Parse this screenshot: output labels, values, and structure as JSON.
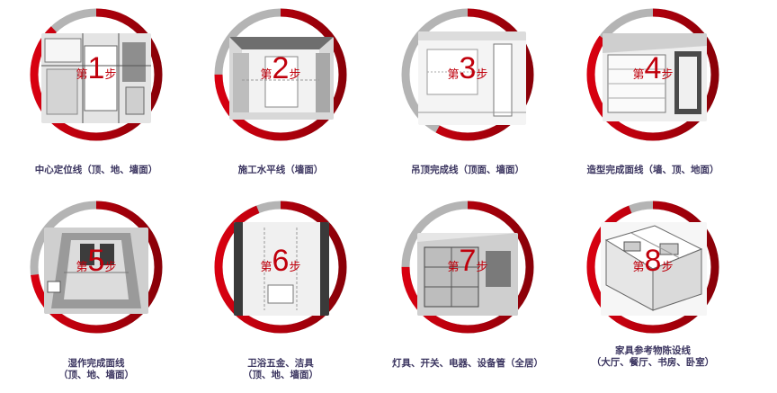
{
  "steps": [
    {
      "pre": "第",
      "num": "1",
      "post": "步",
      "caption1": "中心定位线（顶、地、墙面）",
      "caption2": "",
      "progress": 0.88
    },
    {
      "pre": "第",
      "num": "2",
      "post": "步",
      "caption1": "施工水平线（墙面）",
      "caption2": "",
      "progress": 0.75
    },
    {
      "pre": "第",
      "num": "3",
      "post": "步",
      "caption1": "吊顶完成线（顶面、墙面）",
      "caption2": "",
      "progress": 0.58
    },
    {
      "pre": "第",
      "num": "4",
      "post": "步",
      "caption1": "造型完成面线（墙、顶、地面）",
      "caption2": "",
      "progress": 0.85
    },
    {
      "pre": "第",
      "num": "5",
      "post": "步",
      "caption1": "湿作完成面线",
      "caption2": "（顶、地、墙面）",
      "progress": 0.73
    },
    {
      "pre": "第",
      "num": "6",
      "post": "步",
      "caption1": "卫浴五金、洁具",
      "caption2": "（顶、地、墙面）",
      "progress": 0.94
    },
    {
      "pre": "第",
      "num": "7",
      "post": "步",
      "caption1": "灯具、开关、电器、设备管（全居）",
      "caption2": "",
      "progress": 0.75
    },
    {
      "pre": "第",
      "num": "8",
      "post": "步",
      "caption1": "家具参考物陈设线",
      "caption2": "（大厅、餐厅、书房、卧室）",
      "progress": 0.94
    }
  ],
  "colors": {
    "ring_red": "#d80010",
    "ring_dark": "#8a0008",
    "ring_gray": "#b4b4b4",
    "text_red": "#c0000c",
    "caption": "#3b3560"
  }
}
